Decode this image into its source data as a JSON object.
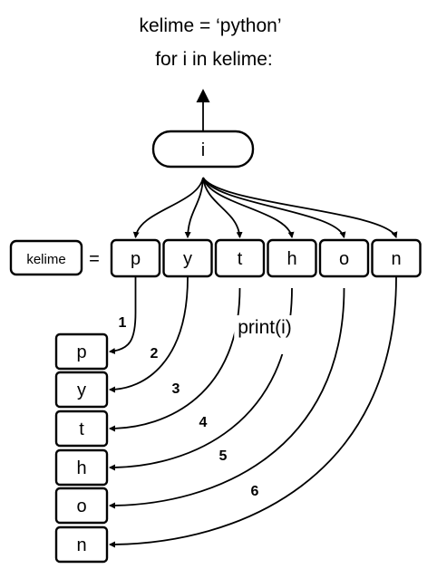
{
  "code": {
    "line1": "kelime = ‘python’",
    "line2": "for i in kelime:"
  },
  "loop_var": "i",
  "sequence": {
    "name": "kelime",
    "equals": "=",
    "chars": [
      "p",
      "y",
      "t",
      "h",
      "o",
      "n"
    ]
  },
  "output": {
    "print_label": "print(i)",
    "results": [
      "p",
      "y",
      "t",
      "h",
      "o",
      "n"
    ],
    "step_numbers": [
      "1",
      "2",
      "3",
      "4",
      "5",
      "6"
    ]
  }
}
